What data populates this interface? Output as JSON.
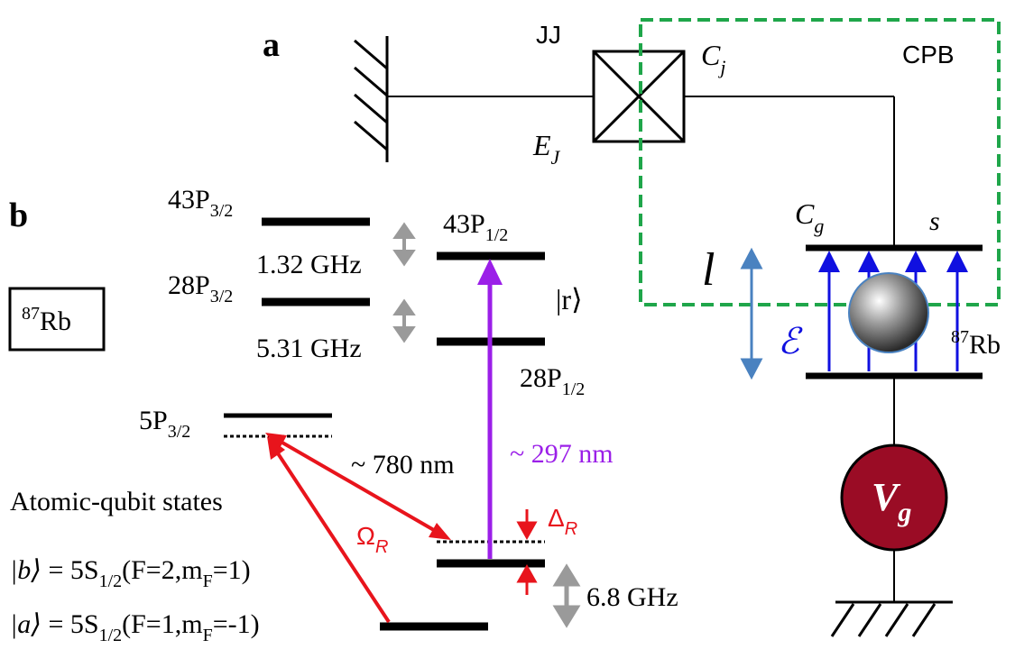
{
  "panel_labels": {
    "a": "a",
    "b": "b"
  },
  "circuit": {
    "jj": "JJ",
    "cj_main": "C",
    "cj_sub": "j",
    "ej_main": "E",
    "ej_sub": "J",
    "cpb": "CPB",
    "cg_main": "C",
    "cg_sub": "g",
    "s": "s",
    "l": "l",
    "field": "ℰ",
    "rb_sup": "87",
    "rb": "Rb",
    "vg_main": "V",
    "vg_sub": "g"
  },
  "rb_box": {
    "sup": "87",
    "text": "Rb"
  },
  "levels": {
    "p43_32": {
      "main": "43P",
      "sub": "3/2"
    },
    "p43_12": {
      "main": "43P",
      "sub": "1/2"
    },
    "p28_32": {
      "main": "28P",
      "sub": "3/2"
    },
    "p28_12": {
      "main": "28P",
      "sub": "1/2"
    },
    "p5_32": {
      "main": "5P",
      "sub": "3/2"
    },
    "r_state": "|r⟩",
    "gap_132": "1.32 GHz",
    "gap_531": "5.31 GHz",
    "gap_68": "6.8 GHz"
  },
  "transitions": {
    "nm780": "~ 780 nm",
    "nm297": "~ 297 nm",
    "omega_main": "Ω",
    "omega_sub": "R",
    "delta_main": "Δ",
    "delta_sub": "R"
  },
  "qubit": {
    "heading": "Atomic-qubit states",
    "b_ket": "|b⟩",
    "b_eq": " = 5S",
    "b_sub": "1/2",
    "b_tail1": "(F=2,m",
    "b_tail_sub": "F",
    "b_tail2": "=1)",
    "a_ket": "|a⟩",
    "a_eq": " = 5S",
    "a_sub": "1/2",
    "a_tail1": "(F=1,m",
    "a_tail_sub": "F",
    "a_tail2": "=-1)"
  },
  "colors": {
    "green_box": "#1fa64a",
    "purple": "#9b1fe8",
    "red": "#e8141c",
    "blue_field": "#1010e0",
    "steel_blue": "#4a82c0",
    "gray_arrow": "#9a9a9a",
    "vg_fill": "#9a0c25"
  }
}
